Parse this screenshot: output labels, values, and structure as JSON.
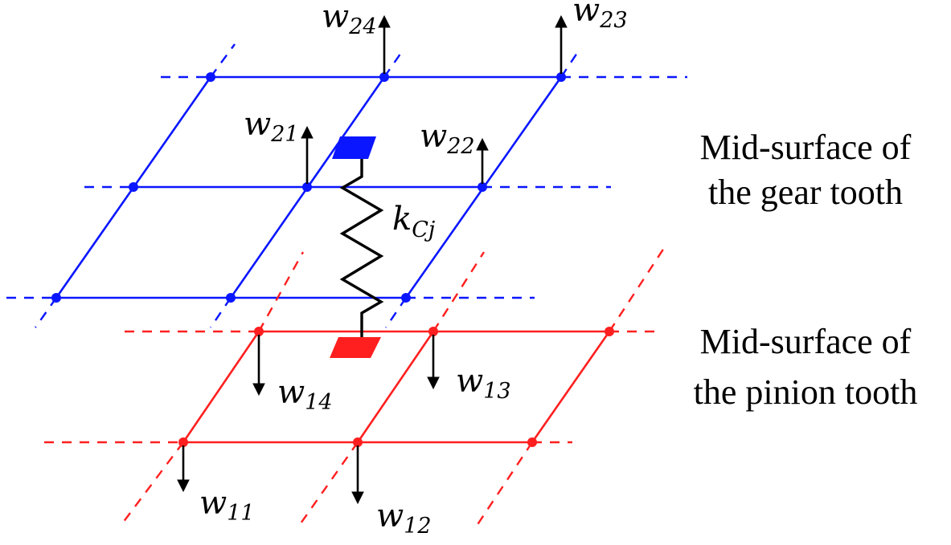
{
  "colors": {
    "gear": "#0a16ff",
    "pinion": "#ff1f1f",
    "arrow": "#000000",
    "spring": "#000000"
  },
  "gear_labels": {
    "w21": {
      "main": "w",
      "sub": "21"
    },
    "w22": {
      "main": "w",
      "sub": "22"
    },
    "w23": {
      "main": "w",
      "sub": "23"
    },
    "w24": {
      "main": "w",
      "sub": "24"
    }
  },
  "pinion_labels": {
    "w11": {
      "main": "w",
      "sub": "11"
    },
    "w12": {
      "main": "w",
      "sub": "12"
    },
    "w13": {
      "main": "w",
      "sub": "13"
    },
    "w14": {
      "main": "w",
      "sub": "14"
    }
  },
  "spring_label": {
    "main": "k",
    "sub": "Cj"
  },
  "captions": {
    "gear_line1": "Mid-surface of",
    "gear_line2": "the gear tooth",
    "pinion_line1": "Mid-surface of",
    "pinion_line2": "the pinion tooth"
  }
}
